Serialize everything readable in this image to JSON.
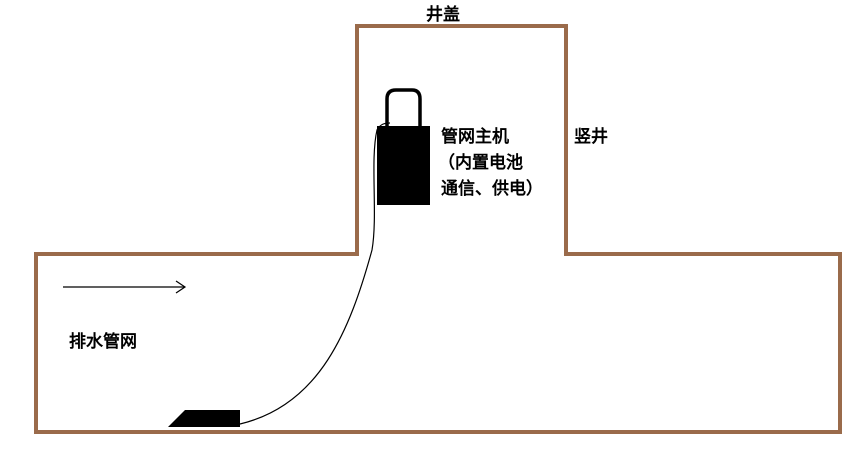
{
  "labels": {
    "manhole_cover": "井盖",
    "shaft": "竖井",
    "host_line1": "管网主机",
    "host_line2": "（内置电池",
    "host_line3": "通信、供电）",
    "drain_network": "排水管网"
  },
  "colors": {
    "wall": "#9a6b4b",
    "device": "#000000",
    "cable": "#000000",
    "arrow": "#000000",
    "background": "#ffffff"
  }
}
